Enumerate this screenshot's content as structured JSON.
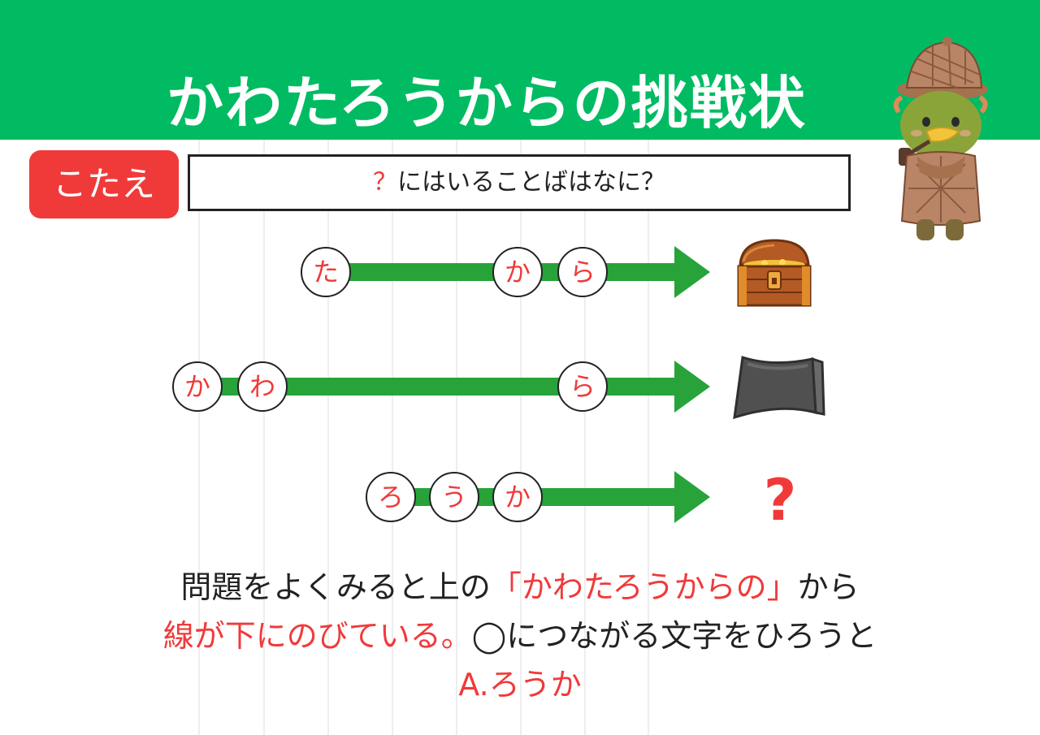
{
  "title": "かわたろうからの挑戦状",
  "answer_label": "こたえ",
  "question": {
    "mark": "？",
    "text": "にはいることばはなに？"
  },
  "rows": [
    {
      "chars": [
        "た",
        "か",
        "ら"
      ],
      "picture": "treasure-chest-icon"
    },
    {
      "chars": [
        "か",
        "わ",
        "ら"
      ],
      "picture": "roof-tile-icon"
    },
    {
      "chars": [
        "ろ",
        "う",
        "か"
      ],
      "picture": "?"
    }
  ],
  "explanation": {
    "line1_a": "問題をよくみると上の",
    "line1_b": "「かわたろうからの」",
    "line1_c": "から",
    "line2_a": "線が下にのびている。",
    "line2_b": "◯につながる文字をひろうと",
    "line3": "A.ろうか"
  },
  "colors": {
    "header": "#00bb62",
    "accent_red": "#f03a3a",
    "arrow_green": "#27a33a"
  },
  "icons": [
    "treasure-chest-icon",
    "roof-tile-icon",
    "kappa-detective-mascot"
  ]
}
